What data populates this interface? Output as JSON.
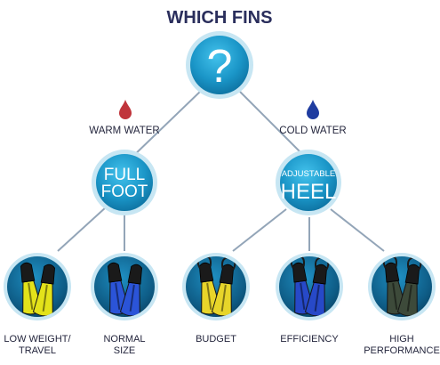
{
  "title": "WHICH FINS",
  "root": {
    "symbol": "?"
  },
  "branches": [
    {
      "condition": "WARM WATER",
      "drop_color": "#c0343b",
      "node_lines": [
        "FULL",
        "FOOT"
      ]
    },
    {
      "condition": "COLD WATER",
      "drop_color": "#1f3ca0",
      "node_lines": [
        "ADJUSTABLE",
        "HEEL"
      ]
    }
  ],
  "leaves": [
    {
      "label_lines": [
        "LOW WEIGHT/",
        "TRAVEL"
      ],
      "fin_color": "#e3e21a",
      "style": "full-foot"
    },
    {
      "label_lines": [
        "NORMAL",
        "SIZE"
      ],
      "fin_color": "#2b54d8",
      "style": "full-foot"
    },
    {
      "label_lines": [
        "BUDGET"
      ],
      "fin_color": "#e7d52a",
      "style": "open-heel"
    },
    {
      "label_lines": [
        "EFFICIENCY"
      ],
      "fin_color": "#2749c8",
      "style": "open-heel"
    },
    {
      "label_lines": [
        "HIGH",
        "PERFORMANCE"
      ],
      "fin_color": "#3d4a3a",
      "style": "open-heel"
    }
  ],
  "colors": {
    "title": "#2a2e5c",
    "connector": "#93a5b8",
    "circle_fill": "#1e9fd0",
    "circle_ring": "#c7e6f3",
    "circle_dark": "#0d5f88",
    "text_dark": "#24263d"
  }
}
